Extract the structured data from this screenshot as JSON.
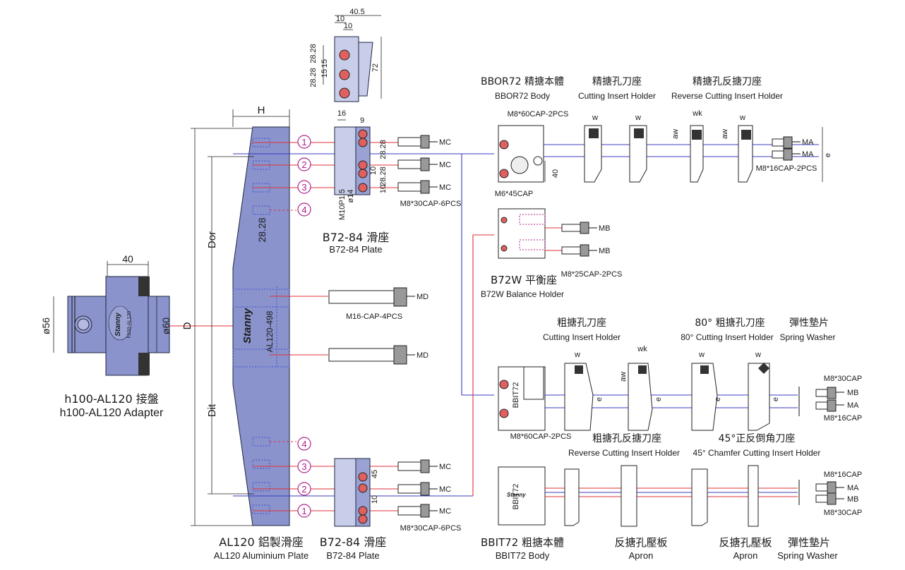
{
  "adapter": {
    "name_cn": "h100-AL120 接盤",
    "name_en": "h100-AL120 Adapter",
    "dim_width": "40",
    "dim_left": "ø56",
    "dim_right": "ø60",
    "brand": "Stanny",
    "model": "h100-AL120"
  },
  "plate": {
    "name_cn": "AL120 鋁製滑座",
    "name_en": "AL120 Aluminium Plate",
    "dim_h": "H",
    "dim_d": "D",
    "dim_dor": "Dor",
    "dim_dit": "Dit",
    "dim_pitch": "28.28",
    "brand": "Stanny",
    "model": "AL120-498"
  },
  "slide_top": {
    "name_cn": "B72-84 滑座",
    "name_en": "B72-84 Plate",
    "dim_16": "16",
    "dim_9": "9",
    "dim_28a": "28.28",
    "dim_28b": "28.28",
    "dim_10a": "10",
    "dim_10b": "10",
    "dim_thread": "M10P1.5",
    "dim_hole": "ø14"
  },
  "slide_bottom": {
    "name_cn": "B72-84 滑座",
    "name_en": "B72-84 Plate",
    "dim_45": "45",
    "dim_10": "10"
  },
  "detail": {
    "dim_405": "40.5",
    "dim_10a": "10",
    "dim_10b": "10",
    "dim_2828a": "28.28",
    "dim_15a": "15",
    "dim_15b": "15",
    "dim_2828b": "28.28",
    "dim_72": "72"
  },
  "circle_numbers": [
    "1",
    "2",
    "3",
    "4"
  ],
  "screws": {
    "mc": "MC",
    "md": "MD",
    "mb": "MB",
    "ma": "MA",
    "m8x30_6": "M8*30CAP-6PCS",
    "m16": "M16-CAP-4PCS",
    "m8x25": "M8*25CAP-2PCS",
    "m8x16_2": "M8*16CAP-2PCS",
    "m8x60_2": "M8*60CAP-2PCS",
    "m6x45": "M6*45CAP",
    "m8x30": "M8*30CAP",
    "m8x16": "M8*16CAP"
  },
  "bbor_body": {
    "name_cn": "BBOR72 精搪本體",
    "name_en": "BBOR72 Body",
    "dim_40": "40"
  },
  "fine_holder": {
    "name_cn": "精搪孔刀座",
    "name_en": "Cutting Insert Holder",
    "w": "w"
  },
  "fine_rev_holder": {
    "name_cn": "精搪孔反搪刀座",
    "name_en": "Reverse Cutting Insert Holder",
    "wk": "wk",
    "aw": "aw",
    "e": "e"
  },
  "balance": {
    "name_cn": "B72W 平衡座",
    "name_en": "B72W Balance Holder"
  },
  "rough_holder": {
    "name_cn": "粗搪孔刀座",
    "name_en": "Cutting Insert Holder",
    "w": "w",
    "aw": "aw",
    "wk": "wk",
    "e": "e"
  },
  "holder80": {
    "name_cn": "80° 粗搪孔刀座",
    "name_en": "80° Cutting Insert Holder"
  },
  "washer": {
    "name_cn": "彈性墊片",
    "name_en": "Spring Washer"
  },
  "rough_rev": {
    "name_cn": "粗搪孔反搪刀座",
    "name_en": "Reverse Cutting Insert Holder"
  },
  "chamfer": {
    "name_cn": "45°正反倒角刀座",
    "name_en": "45° Chamfer Cutting Insert Holder"
  },
  "bbit_body": {
    "name_cn": "BBIT72 粗搪本體",
    "name_en": "BBIT72 Body",
    "model": "BBIT72",
    "brand": "Stanny"
  },
  "apron1": {
    "name_cn": "反搪孔壓板",
    "name_en": "Apron"
  },
  "apron2": {
    "name_cn": "反搪孔壓板",
    "name_en": "Apron"
  },
  "washer2": {
    "name_cn": "彈性墊片",
    "name_en": "Spring Washer"
  }
}
